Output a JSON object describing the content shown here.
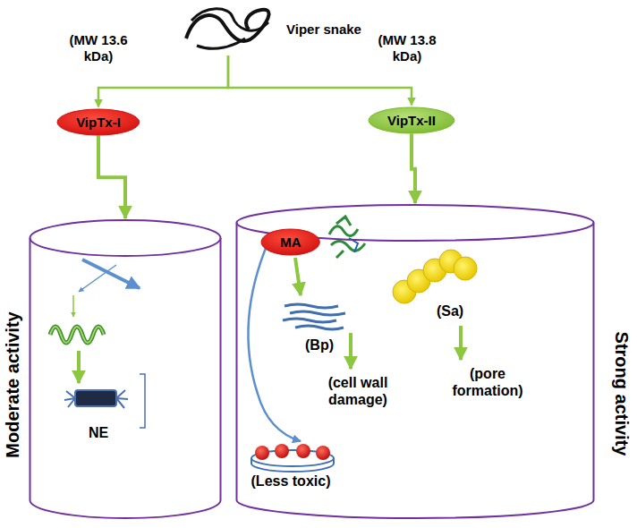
{
  "diagram": {
    "nodes": [
      {
        "text": [
          "Viper snake"
        ]
      },
      {
        "text": [
          "VipTx-I"
        ]
      },
      {
        "text": [
          "VipTx-II"
        ]
      },
      {
        "text": [
          "Moderate activity"
        ]
      },
      {
        "text": [
          "Strong activity"
        ]
      },
      {
        "text": [
          "MA"
        ],
        "in": 4
      }
    ],
    "edges": [
      {
        "from": 0,
        "to": 1,
        "arrow": "to",
        "label": "(MW 13.6 kDa)"
      },
      {
        "from": 0,
        "to": 2,
        "arrow": "to",
        "label": "(MW 13.8 kDa)"
      },
      {
        "from": 1,
        "to": 3,
        "arrow": "to"
      },
      {
        "from": 2,
        "to": 4,
        "arrow": "to"
      }
    ],
    "labels": [
      "NE",
      "(Sa)",
      "(Bp)",
      "(pore formation)",
      "(cell wall damage)",
      "(Less toxic)"
    ]
  }
}
